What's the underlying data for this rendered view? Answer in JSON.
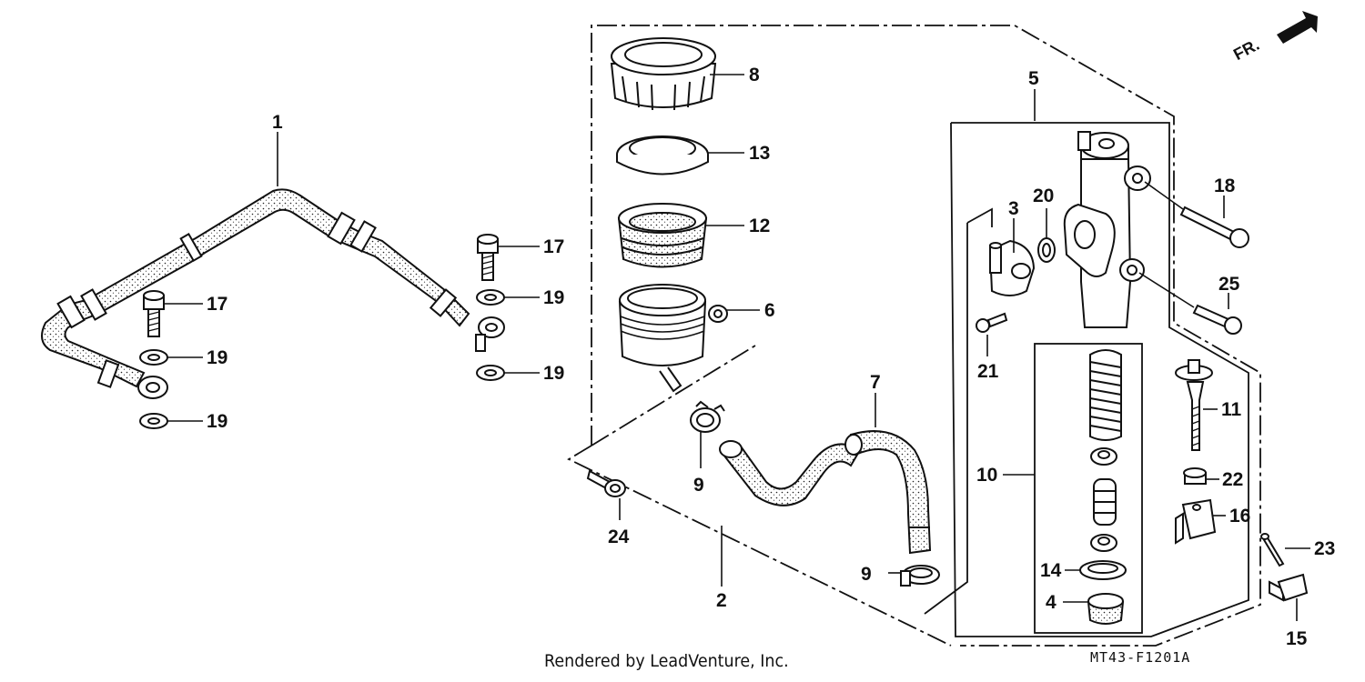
{
  "diagram": {
    "front_marker": "FR.",
    "callouts": {
      "c1": "1",
      "c2": "2",
      "c3": "3",
      "c4": "4",
      "c5": "5",
      "c6": "6",
      "c7": "7",
      "c8": "8",
      "c9a": "9",
      "c9b": "9",
      "c10": "10",
      "c11": "11",
      "c12": "12",
      "c13": "13",
      "c14": "14",
      "c15": "15",
      "c16": "16",
      "c17a": "17",
      "c17b": "17",
      "c18": "18",
      "c19a": "19",
      "c19b": "19",
      "c19c": "19",
      "c19d": "19",
      "c20": "20",
      "c21": "21",
      "c22": "22",
      "c23": "23",
      "c24": "24",
      "c25": "25"
    }
  },
  "footer": {
    "credit": "Rendered by LeadVenture, Inc.",
    "diagram_code": "MT43-F1201A"
  },
  "colors": {
    "ink": "#111111",
    "background": "#ffffff"
  }
}
